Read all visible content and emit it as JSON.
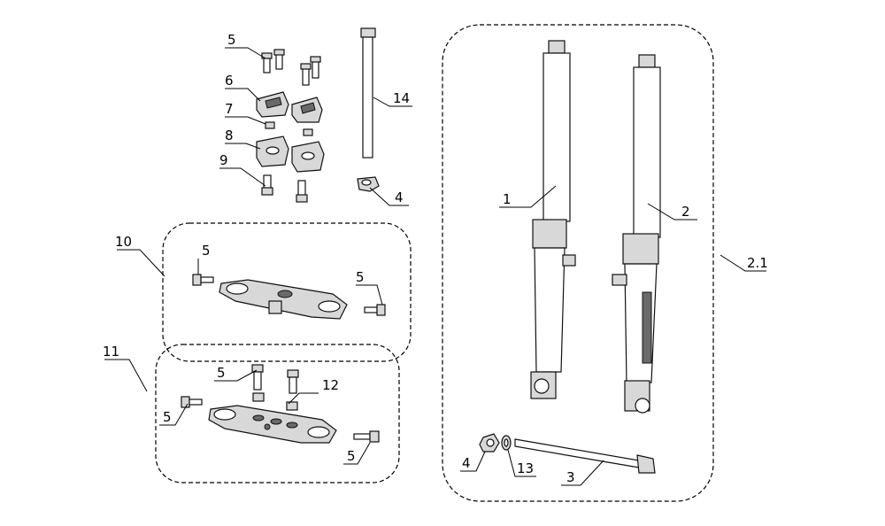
{
  "callouts": {
    "c5a": "5",
    "c6": "6",
    "c7": "7",
    "c8": "8",
    "c9": "9",
    "c14": "14",
    "c4a": "4",
    "c10": "10",
    "c5b": "5",
    "c5c": "5",
    "c11": "11",
    "c5d": "5",
    "c12": "12",
    "c5e": "5",
    "c5f": "5",
    "c1": "1",
    "c2": "2",
    "c21": "2.1",
    "c4b": "4",
    "c13": "13",
    "c3": "3"
  },
  "colors": {
    "line": "#000000",
    "fill_light": "#d8d8d8",
    "fill_dark": "#6a6a6a"
  }
}
